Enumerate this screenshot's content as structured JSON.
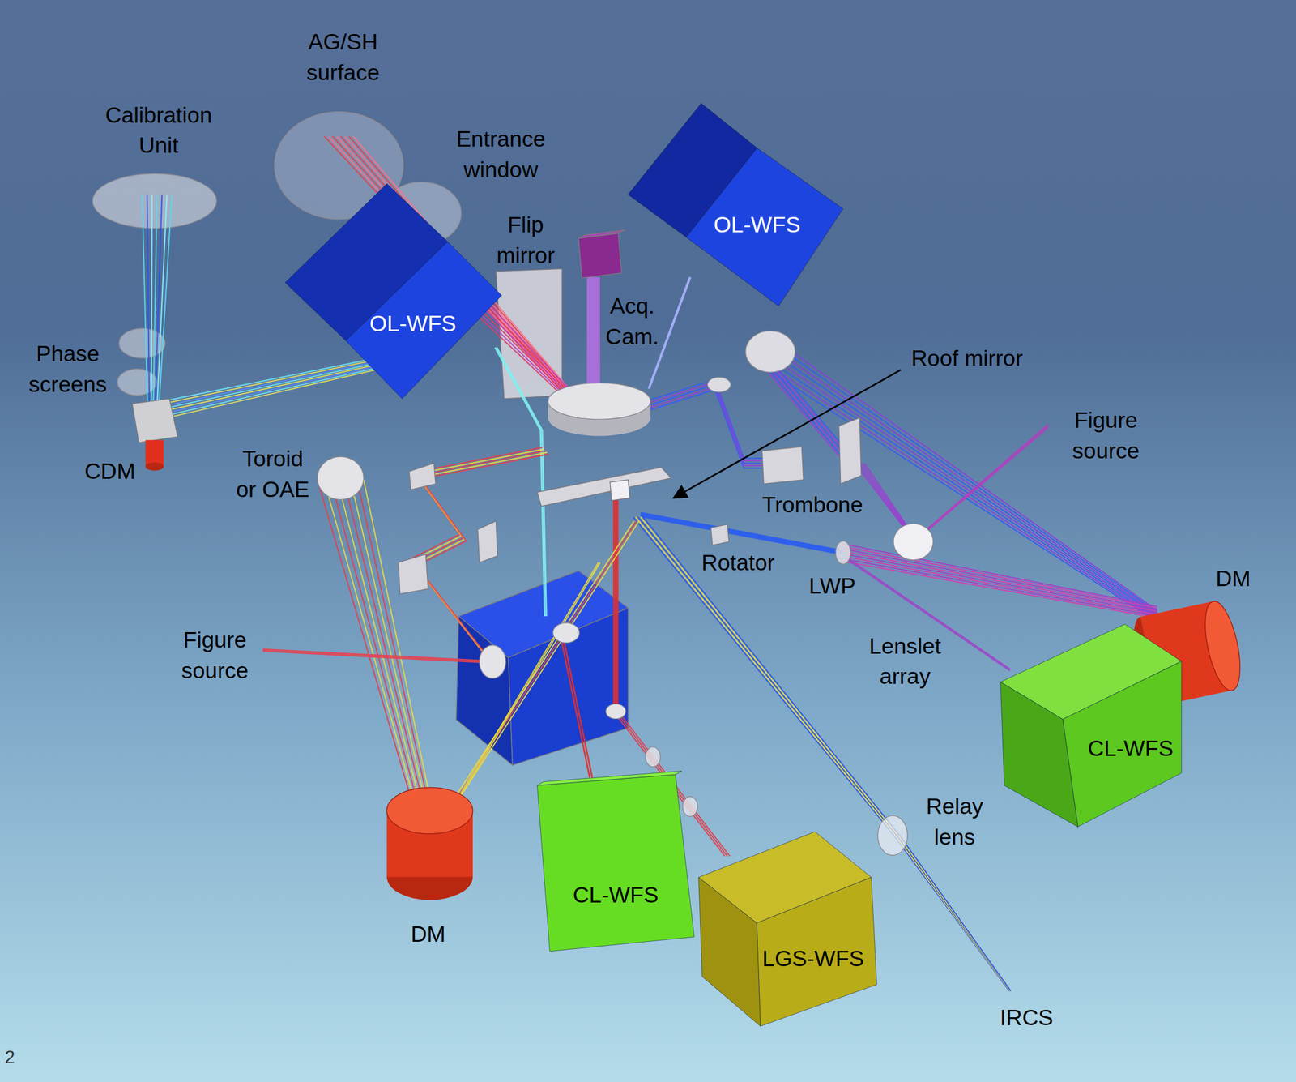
{
  "diagram": {
    "nodes": [
      {
        "text": [
          "OL-WFS"
        ]
      },
      {
        "text": [
          "OL-WFS"
        ]
      },
      {
        "text": [
          "CL-WFS"
        ]
      },
      {
        "text": [
          "CL-WFS"
        ]
      },
      {
        "text": [
          "LGS-WFS"
        ]
      }
    ],
    "labels": [
      "AG/SH surface",
      "Calibration Unit",
      "Entrance window",
      "Flip mirror",
      "Acq. Cam.",
      "Phase screens",
      "Roof mirror",
      "Figure source",
      "CDM",
      "Toroid or OAE",
      "Trombone",
      "Rotator",
      "LWP",
      "DM",
      "Lenslet array",
      "Figure source",
      "Relay lens",
      "DM",
      "IRCS",
      "2"
    ]
  }
}
